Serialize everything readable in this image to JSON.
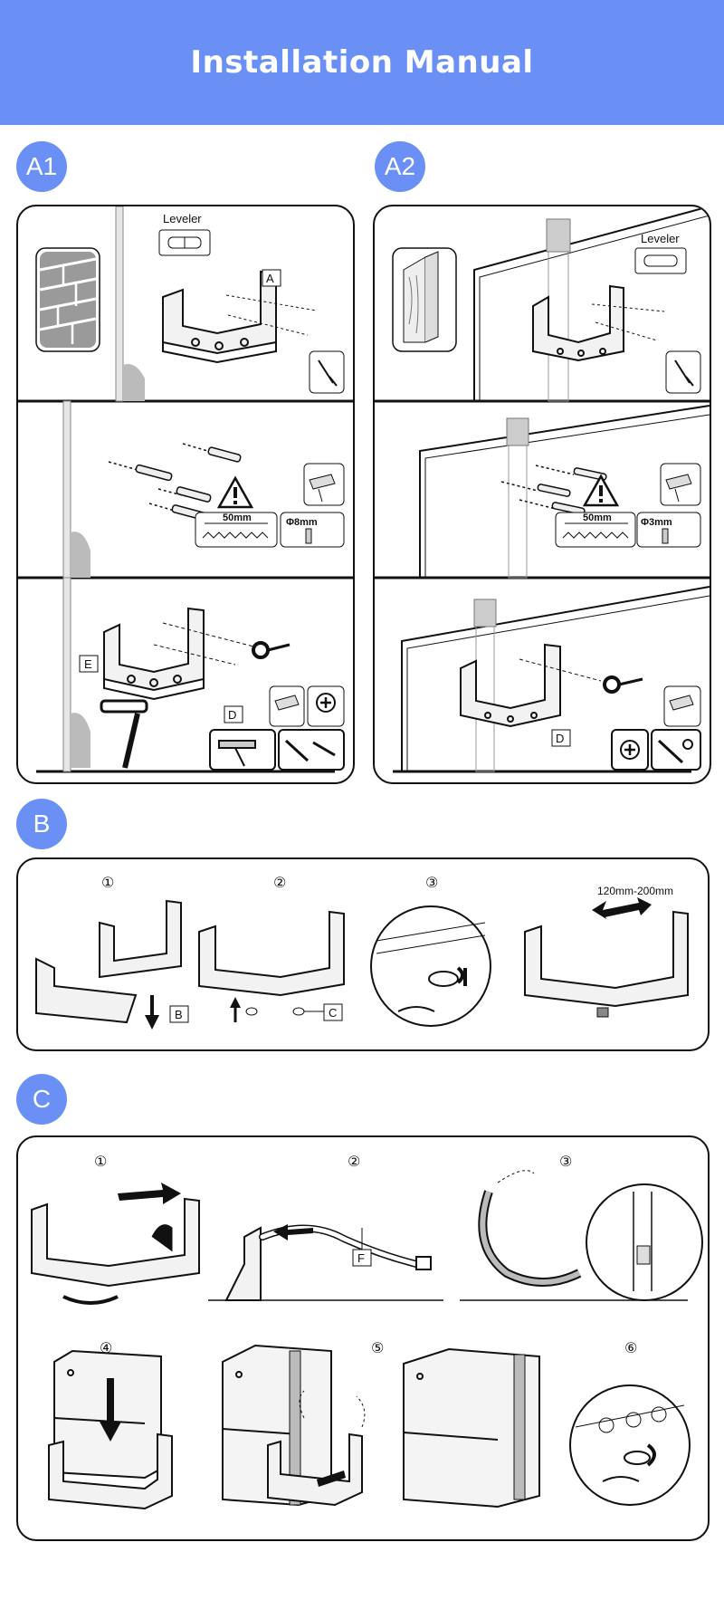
{
  "header": {
    "title": "Installation Manual"
  },
  "sections": {
    "a1": {
      "badge": "A1",
      "leveler": "Leveler",
      "part_a": "A",
      "hole_spacing": "50mm",
      "drill_size": "Φ8mm",
      "part_e": "E",
      "part_d": "D"
    },
    "a2": {
      "badge": "A2",
      "leveler": "Leveler",
      "hole_spacing": "50mm",
      "drill_size": "Φ3mm",
      "part_d": "D"
    },
    "b": {
      "badge": "B",
      "steps": [
        "①",
        "②",
        "③"
      ],
      "part_b": "B",
      "part_c": "C",
      "width_range": "120mm-200mm"
    },
    "c": {
      "badge": "C",
      "steps": [
        "①",
        "②",
        "③",
        "④",
        "⑤",
        "⑥"
      ],
      "part_f": "F"
    }
  }
}
